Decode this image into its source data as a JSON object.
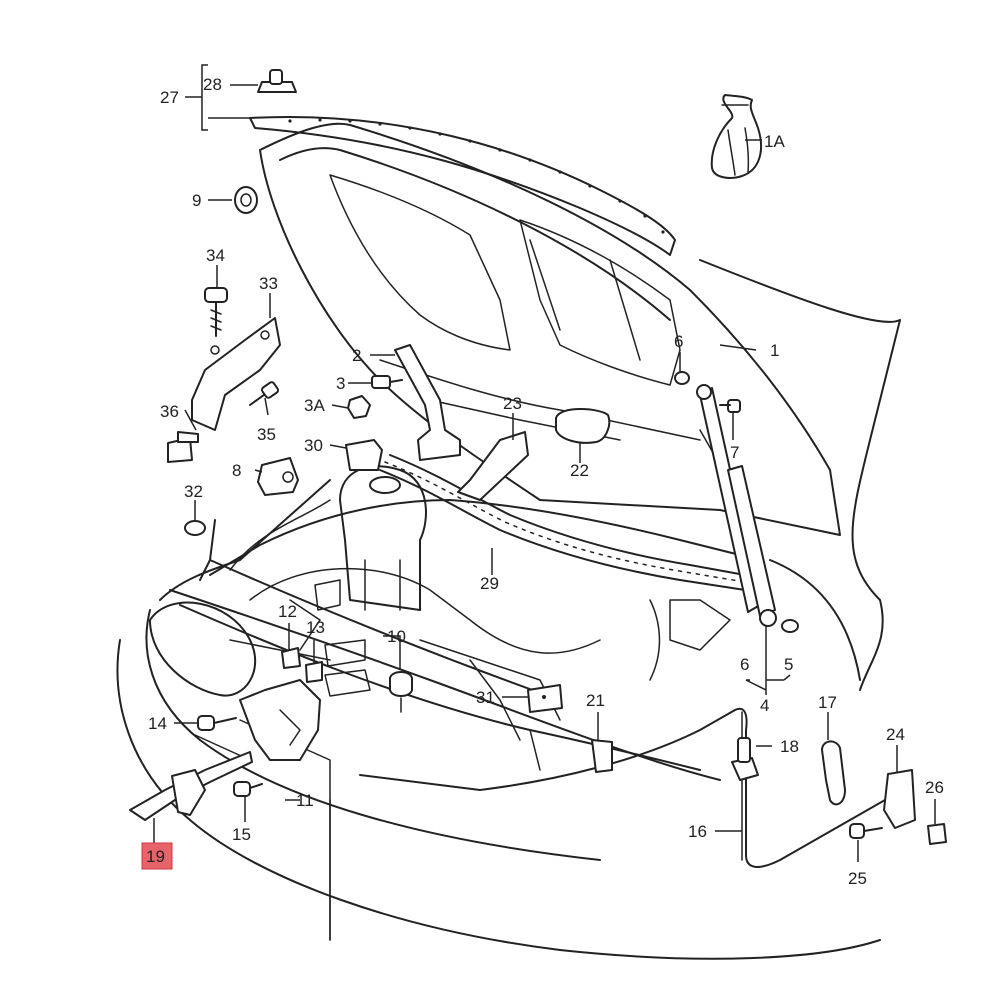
{
  "diagram": {
    "highlighted_part": "19",
    "highlight_color": "#e8646a",
    "callouts": {
      "c1A": "1A",
      "c1": "1",
      "c2": "2",
      "c3": "3",
      "c3A": "3A",
      "c4": "4",
      "c5": "5",
      "c6a": "6",
      "c6b": "6",
      "c7": "7",
      "c8": "8",
      "c9": "9",
      "c10": "10",
      "c11": "11",
      "c12": "12",
      "c13": "13",
      "c14": "14",
      "c15": "15",
      "c16": "16",
      "c17": "17",
      "c18": "18",
      "c19": "19",
      "c21": "21",
      "c22": "22",
      "c23": "23",
      "c24": "24",
      "c25": "25",
      "c26": "26",
      "c27": "27",
      "c28": "28",
      "c29": "29",
      "c30": "30",
      "c31": "31",
      "c32": "32",
      "c33": "33",
      "c34": "34",
      "c35": "35",
      "c36": "36"
    }
  }
}
